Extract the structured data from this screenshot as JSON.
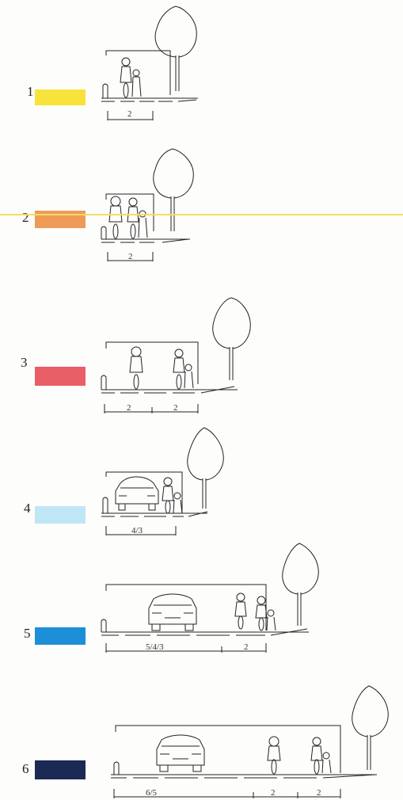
{
  "rows": [
    {
      "number": "1",
      "color": "#f7e33a",
      "dims": [
        "2"
      ]
    },
    {
      "number": "2",
      "color": "#ef9a57",
      "dims": [
        "2"
      ]
    },
    {
      "number": "3",
      "color": "#e85f67",
      "dims": [
        "2",
        "2"
      ]
    },
    {
      "number": "4",
      "color": "#bfe6f5",
      "dims": [
        "4/3"
      ]
    },
    {
      "number": "5",
      "color": "#1c8fd6",
      "dims": [
        "5/4/3",
        "2"
      ]
    },
    {
      "number": "6",
      "color": "#1a2a55",
      "dims": [
        "6/5",
        "2",
        "2"
      ]
    }
  ],
  "colors": {
    "guide_line": "#f3dd62",
    "ink": "#222222"
  },
  "icons": [
    "tree-icon",
    "cyclist-icon",
    "pedestrian-icon",
    "car-icon",
    "bollard-icon"
  ]
}
